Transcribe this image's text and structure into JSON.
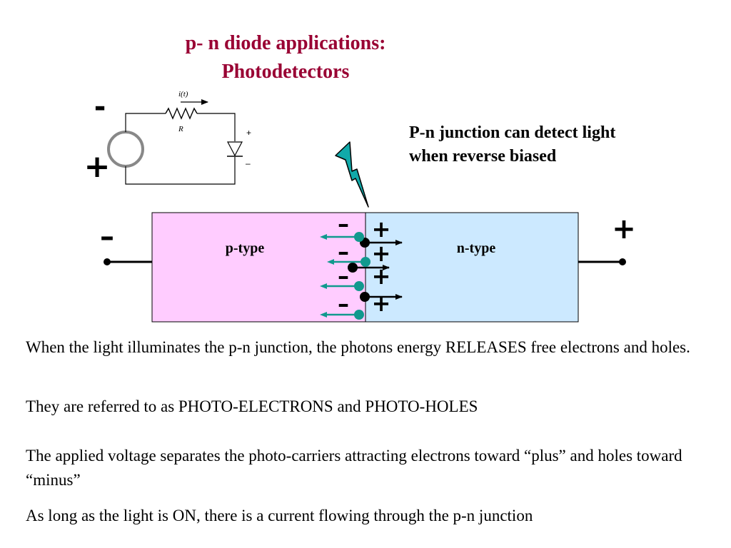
{
  "title": {
    "line1": "p- n diode applications:",
    "line2": "Photodetectors"
  },
  "circuit": {
    "current_label": "i(t)",
    "resistor_label": "R",
    "diode_plus": "+",
    "diode_minus": "–",
    "source_top_sign": "-",
    "source_bottom_sign": "+"
  },
  "headline": {
    "line1": "P-n junction can detect light",
    "line2": "when reverse biased"
  },
  "junction": {
    "p_label": "p-type",
    "n_label": "n-type",
    "left_terminal_sign": "–",
    "right_terminal_sign": "+",
    "p_color": "#ffccff",
    "n_color": "#cce9ff",
    "hole_color": "#11998e",
    "lightning_color": "#11aaaa"
  },
  "paragraphs": [
    "When the light illuminates the p-n junction, the photons energy RELEASES free electrons and holes.",
    "They are referred to as PHOTO-ELECTRONS and PHOTO-HOLES",
    "The applied voltage separates the photo-carriers attracting electrons toward “plus” and holes toward “minus”",
    "As long as the light is ON, there is a current flowing through the p-n junction"
  ]
}
